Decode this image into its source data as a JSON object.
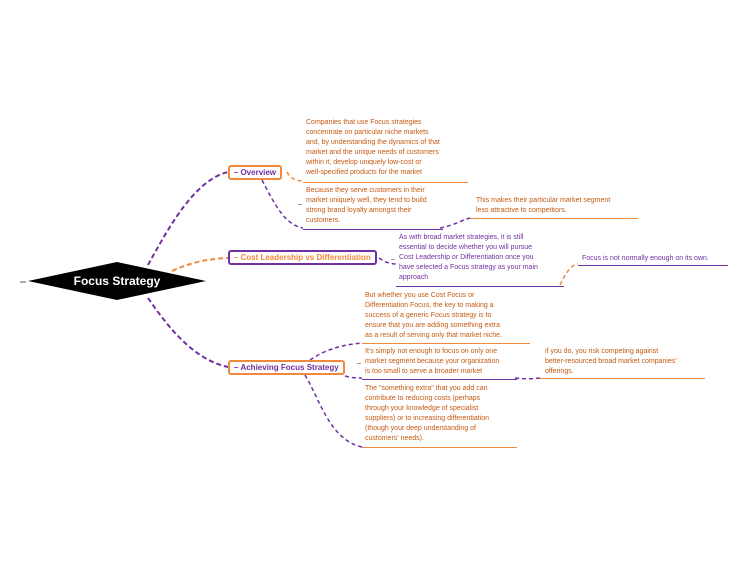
{
  "root": {
    "label": "Focus Strategy"
  },
  "branches": [
    {
      "label": "Overview",
      "notes": [
        "Companies that use Focus strategies\nconcentrate on particular niche markets\nand, by understanding the dynamics of that\nmarket and the unique needs of customers\nwithin it, develop uniquely low-cost or\nwell-specified products for the market",
        "Because they serve customers in their\nmarket uniquely well, they tend to build\nstrong brand loyalty amongst their\ncustomers."
      ],
      "sub_notes": [
        "This makes their particular market segment\nless attractive to competitors."
      ]
    },
    {
      "label": "Cost Leadership vs Differentiation",
      "notes": [
        "As with broad market strategies, it is still\nessential to decide whether you will pursue\nCost Leadership or Differentiation once you\nhave selected a Focus strategy as your main\napproach"
      ],
      "sub_notes": [
        "Focus is not normally enough on its own."
      ]
    },
    {
      "label": "Achieving Focus Strategy",
      "notes": [
        "But whether you use Cost Focus or\nDifferentiation Focus, the key to making a\nsuccess of a generic Focus strategy is to\nensure that you are adding something extra\nas a result of serving only that market niche.",
        "It's simply not enough to focus on only one\nmarket segment because your organization\nis too small to serve a broader market",
        "The \"something extra\" that you add can\ncontribute to reducing costs (perhaps\nthrough your knowledge of specialist\nsuppliers) or to increasing differentiation\n(though your deep understanding of\ncustomers' needs)."
      ],
      "sub_notes": [
        "if you do, you risk competing against\nbetter-resourced broad market companies'\nofferings."
      ]
    }
  ],
  "colors": {
    "orange": "#f0883e",
    "purple": "#7030a0",
    "text_orange": "#c55a11",
    "root_fill": "#000000"
  }
}
